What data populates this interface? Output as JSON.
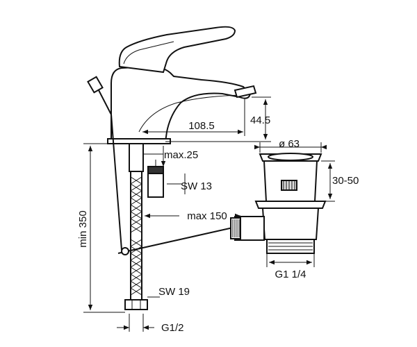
{
  "dimensions": {
    "spout_reach": "108.5",
    "spout_height": "44.5",
    "waste_diameter": "ø 63",
    "max_clearance": "max.25",
    "nut_wrench_size": "SW 13",
    "pop_up_rod": "max 150",
    "waste_height": "30-50",
    "min_hose_length": "min 350",
    "waste_thread": "G1 1/4",
    "connector_wrench_size": "SW 19",
    "connector_thread": "G1/2"
  }
}
